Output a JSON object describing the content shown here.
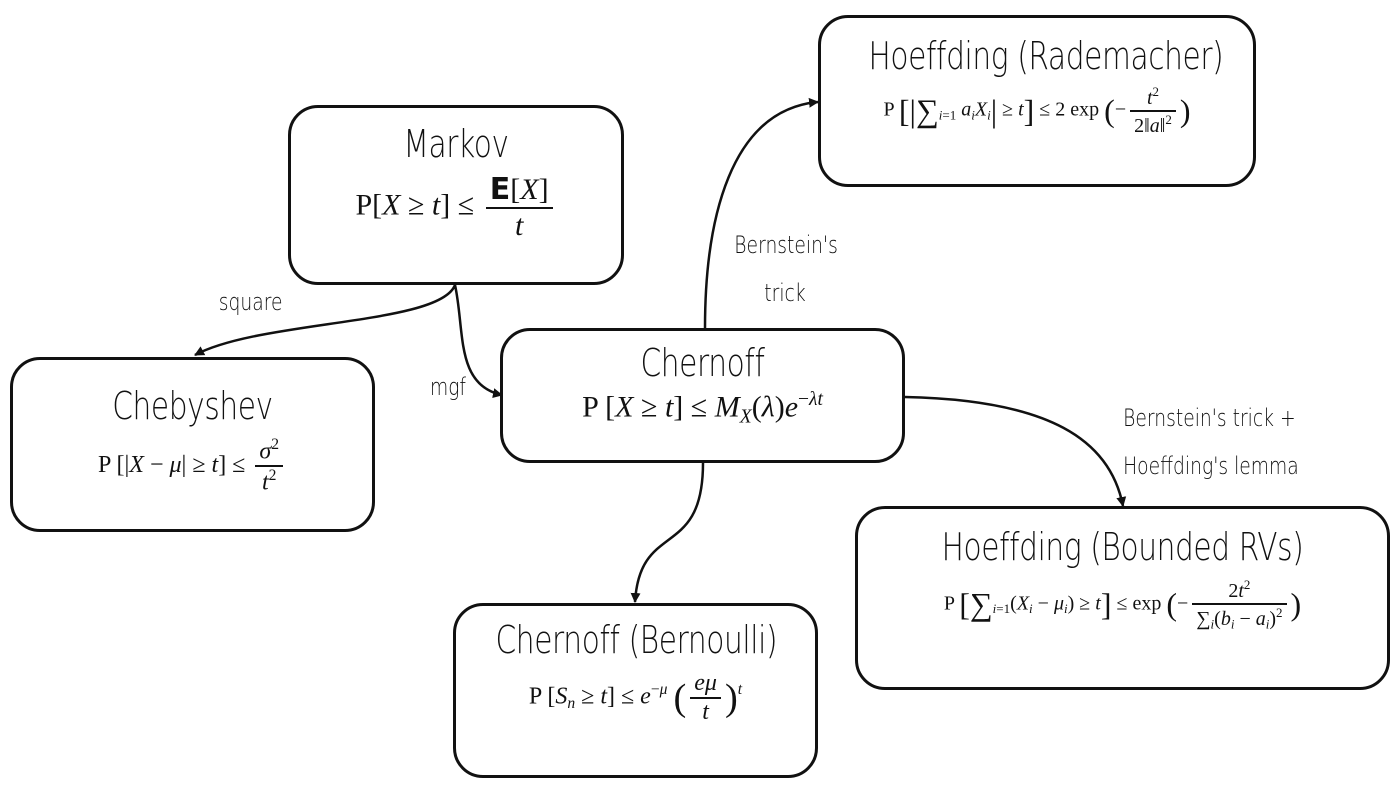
{
  "nodes": {
    "markov": {
      "title": "Markov"
    },
    "chebyshev": {
      "title": "Chebyshev"
    },
    "chernoff": {
      "title": "Chernoff"
    },
    "chernoff_bernoulli": {
      "title": "Chernoff (Bernoulli)"
    },
    "hoeffding_rademacher": {
      "title": "Hoeffding (Rademacher)"
    },
    "hoeffding_bounded": {
      "title": "Hoeffding (Bounded RVs)"
    }
  },
  "edges": {
    "square": "square",
    "mgf": "mgf",
    "bernstein_line1": "Bernstein's",
    "bernstein_line2": "trick",
    "bernstein_lemma_line1": "Bernstein's trick +",
    "bernstein_lemma_line2": "Hoeffding's lemma"
  }
}
